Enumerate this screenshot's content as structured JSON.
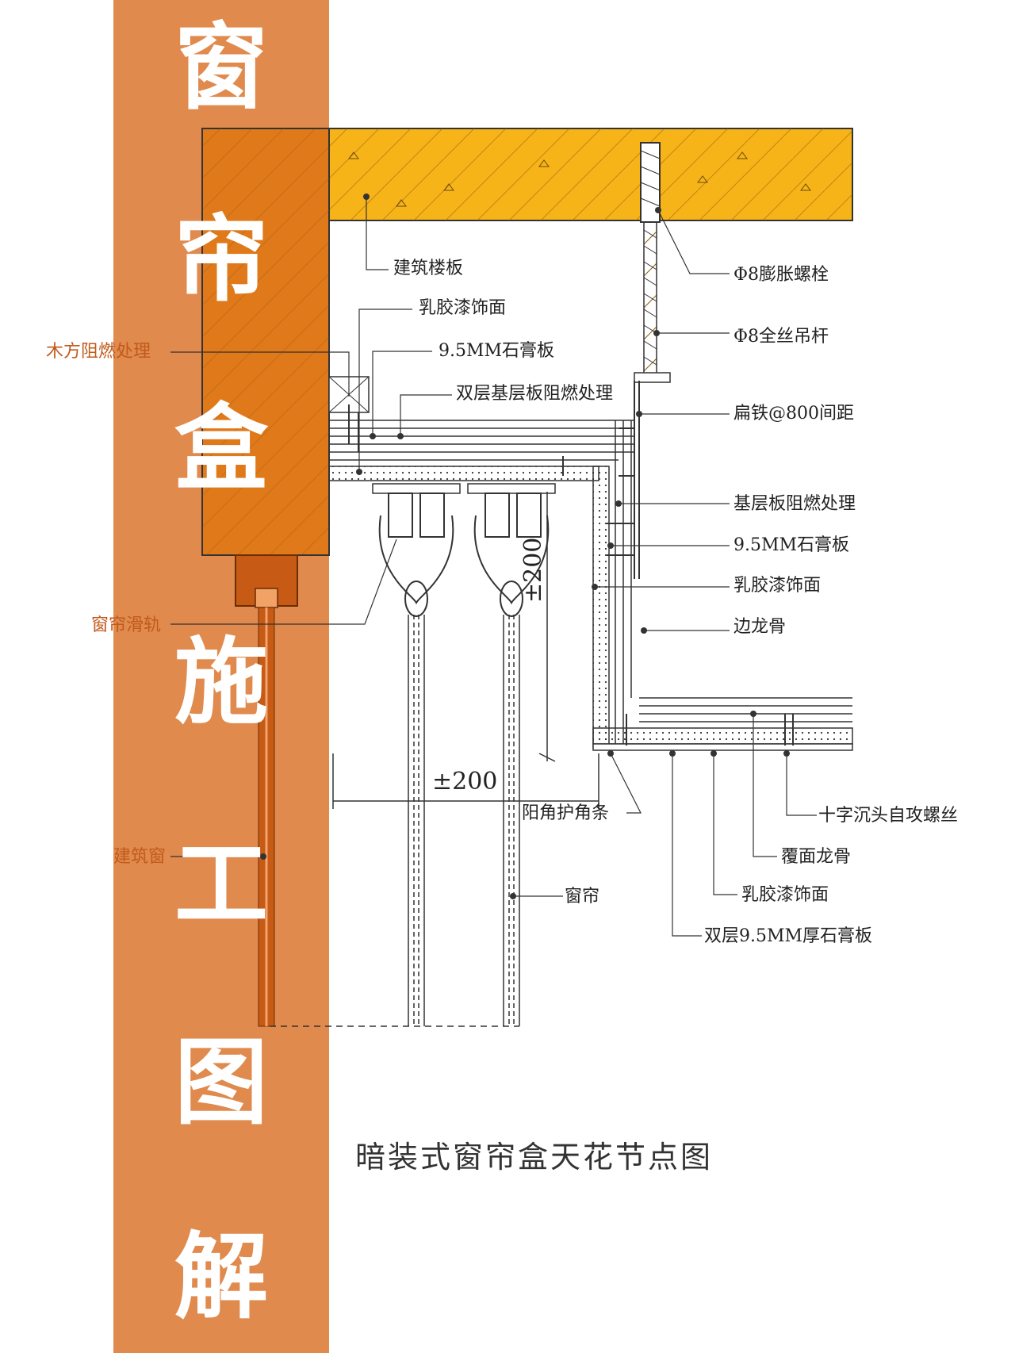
{
  "banner": {
    "chars": [
      "窗",
      "帘",
      "盒",
      "施",
      "工",
      "图",
      "解"
    ],
    "color": "#e08a4e"
  },
  "labels": {
    "floor_slab": "建筑楼板",
    "latex_paint_top": "乳胶漆饰面",
    "timber_fireproof": "木方阻燃处理",
    "gypsum_top": "9.5MM石膏板",
    "double_base": "双层基层板阻燃处理",
    "expansion_bolt": "Φ8膨胀螺栓",
    "threaded_rod": "Φ8全丝吊杆",
    "flat_iron": "扁铁@800间距",
    "base_fireproof": "基层板阻燃处理",
    "gypsum_right": "9.5MM石膏板",
    "latex_paint_right": "乳胶漆饰面",
    "edge_keel": "边龙骨",
    "curtain_rail": "窗帘滑轨",
    "corner_bead": "阳角护角条",
    "screw": "十字沉头自攻螺丝",
    "cover_keel": "覆面龙骨",
    "latex_paint_bottom": "乳胶漆饰面",
    "double_gypsum": "双层9.5MM厚石膏板",
    "building_window": "建筑窗",
    "curtain": "窗帘"
  },
  "dimensions": {
    "vertical": "±200",
    "horizontal": "±200"
  },
  "caption": "暗装式窗帘盒天花节点图",
  "colors": {
    "slab": "#f7b418",
    "wall": "#e0791a",
    "window_frame": "#c75a14"
  }
}
